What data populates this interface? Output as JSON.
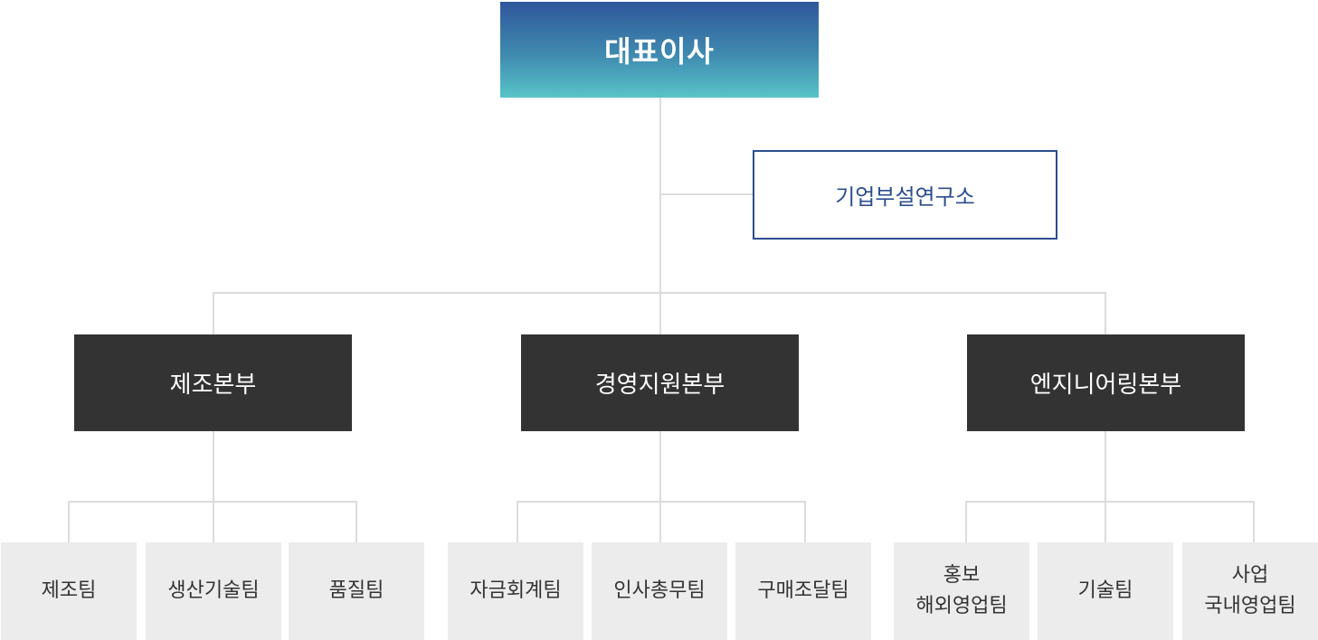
{
  "ceo": "대표이사",
  "lab": "기업부설연구소",
  "divisions": [
    {
      "name": "제조본부",
      "teams": [
        {
          "lines": [
            "제조팀"
          ]
        },
        {
          "lines": [
            "생산기술팀"
          ]
        },
        {
          "lines": [
            "품질팀"
          ]
        }
      ]
    },
    {
      "name": "경영지원본부",
      "teams": [
        {
          "lines": [
            "자금회계팀"
          ]
        },
        {
          "lines": [
            "인사총무팀"
          ]
        },
        {
          "lines": [
            "구매조달팀"
          ]
        }
      ]
    },
    {
      "name": "엔지니어링본부",
      "teams": [
        {
          "lines": [
            "홍보",
            "해외영업팀"
          ]
        },
        {
          "lines": [
            "기술팀"
          ]
        },
        {
          "lines": [
            "사업",
            "국내영업팀"
          ]
        }
      ]
    }
  ]
}
